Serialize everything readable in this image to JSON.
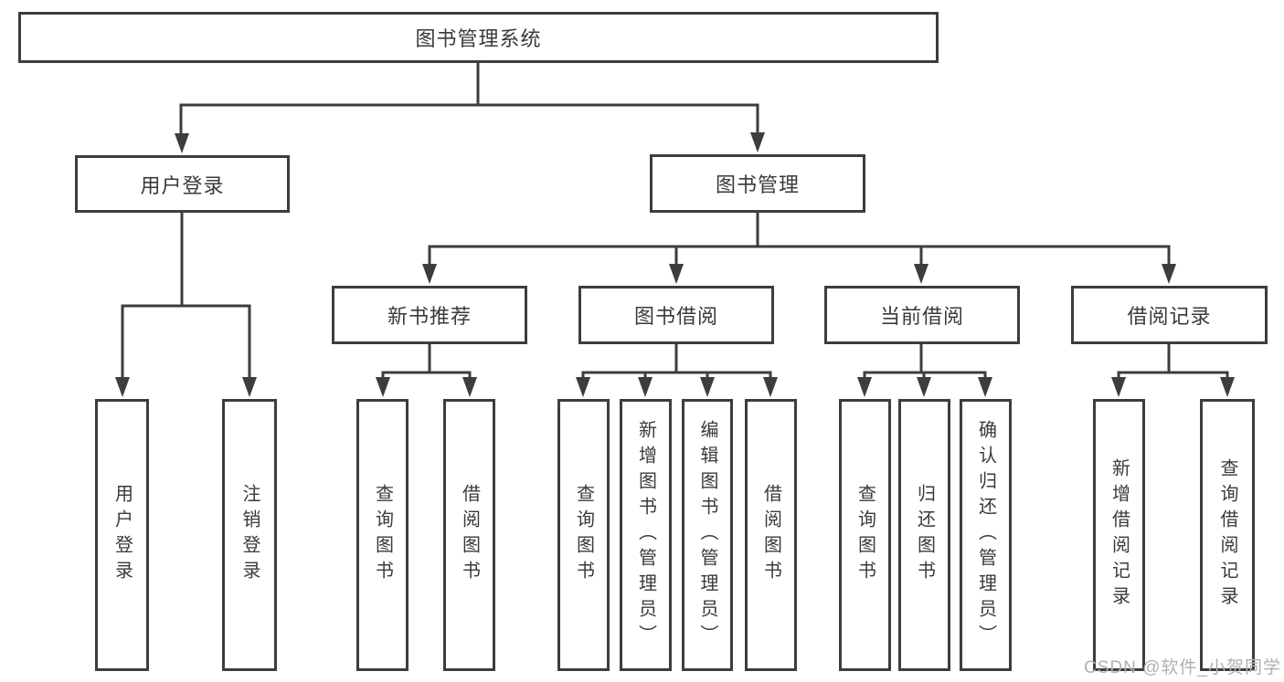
{
  "diagram_title": "图书管理系统",
  "tree": {
    "root": {
      "label": "图书管理系统"
    },
    "branches": [
      {
        "label": "用户登录",
        "children": [
          {
            "label": "用户登录"
          },
          {
            "label": "注销登录"
          }
        ]
      },
      {
        "label": "图书管理",
        "children": [
          {
            "label": "新书推荐",
            "children": [
              {
                "label": "查询图书"
              },
              {
                "label": "借阅图书"
              }
            ]
          },
          {
            "label": "图书借阅",
            "children": [
              {
                "label": "查询图书"
              },
              {
                "label": "新增图书（管理员）"
              },
              {
                "label": "编辑图书（管理员）"
              },
              {
                "label": "借阅图书"
              }
            ]
          },
          {
            "label": "当前借阅",
            "children": [
              {
                "label": "查询图书"
              },
              {
                "label": "归还图书"
              },
              {
                "label": "确认归还（管理员）"
              }
            ]
          },
          {
            "label": "借阅记录",
            "children": [
              {
                "label": "新增借阅记录"
              },
              {
                "label": "查询借阅记录"
              }
            ]
          }
        ]
      }
    ]
  },
  "watermark": "CSDN @软件_小贺同学",
  "colors": {
    "line": "#3d3d3d",
    "text": "#3a3a3a",
    "background": "#ffffff",
    "watermark": "#b0b0b0"
  }
}
